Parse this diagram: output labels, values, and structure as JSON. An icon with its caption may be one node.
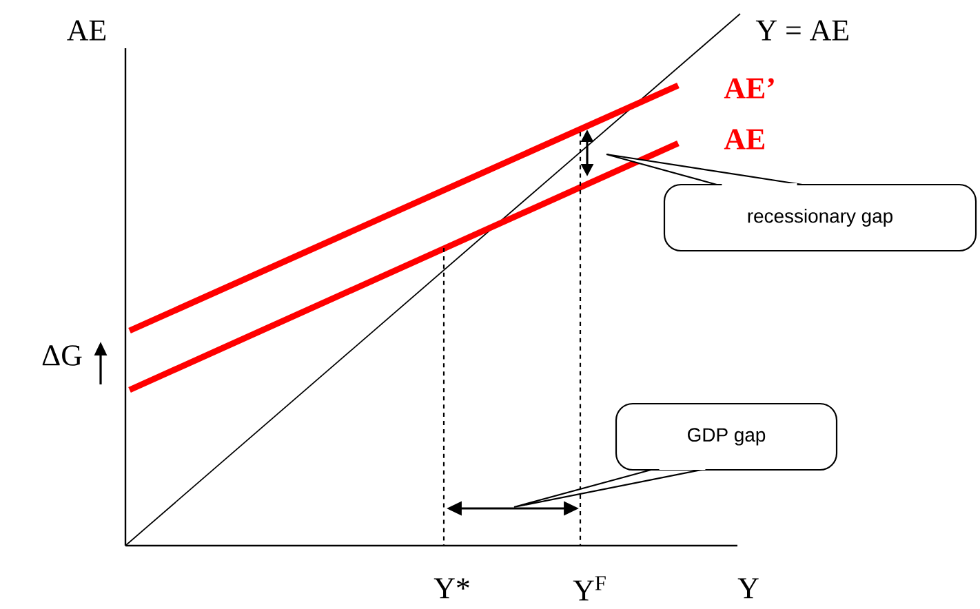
{
  "diagram": {
    "nodes": [
      {
        "text": [
          "recessionary gap"
        ]
      },
      {
        "text": [
          "GDP gap"
        ]
      }
    ],
    "labels": [
      "AE",
      "Y = AE",
      "AE’",
      "AE",
      "ΔG",
      "Y*",
      "Y$^{F}$",
      "Y"
    ]
  }
}
